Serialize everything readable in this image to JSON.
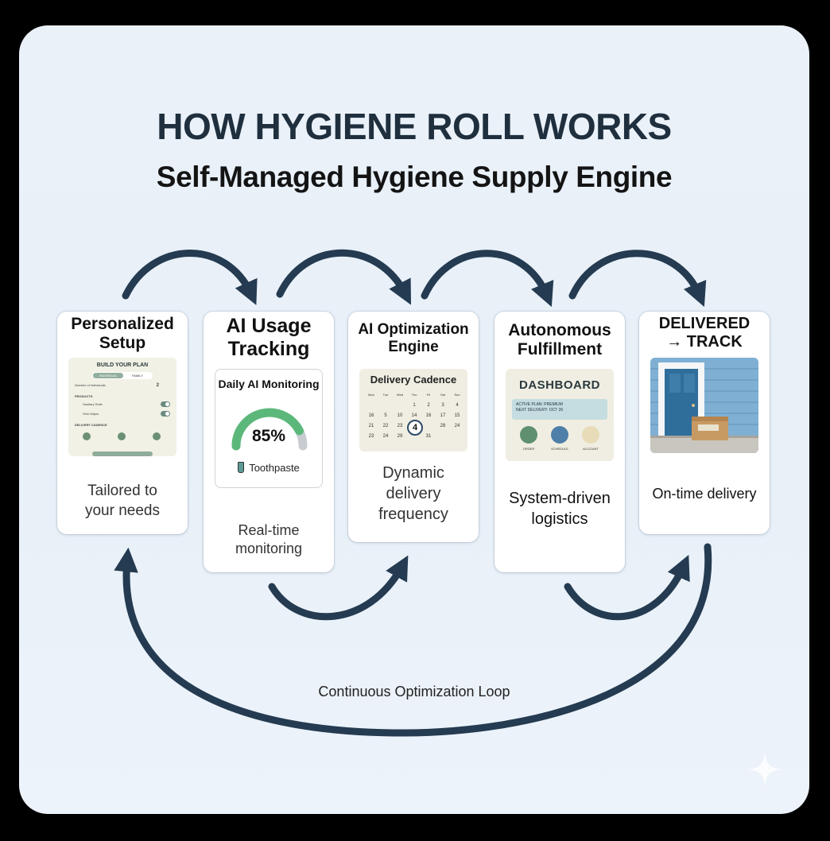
{
  "title": "HOW HYGIENE ROLL WORKS",
  "subtitle": "Self-Managed Hygiene Supply Engine",
  "colors": {
    "arrow": "#243b51",
    "background": "#e9f1f9",
    "gauge_fill": "#5cb87a",
    "gauge_track": "#c8ccd0"
  },
  "steps": [
    {
      "title": "Personalized Setup",
      "description": "Tailored to your needs",
      "mockup": {
        "heading": "BUILD YOUR PLAN",
        "tab_on": "INDIVIDUAL",
        "tab_off": "FAMILY",
        "individuals_label": "Number of Individuals",
        "individuals_value": "2",
        "section_products": "PRODUCTS",
        "product_1": "Sanitary Rolls",
        "product_2": "Shin Wipes",
        "section_cadence": "DELIVERY CADENCE"
      }
    },
    {
      "title": "AI Usage Tracking",
      "description": "Real-time monitoring",
      "mockup": {
        "heading": "Daily AI Monitoring",
        "gauge_value": 85,
        "gauge_text": "85%",
        "item": "Toothpaste",
        "item_icon": "toothpaste-icon"
      }
    },
    {
      "title": "AI Optimization Engine",
      "description": "Dynamic delivery frequency",
      "mockup": {
        "heading": "Delivery Cadence",
        "weekdays": [
          "Mon",
          "Tue",
          "Wed",
          "Thu",
          "Fri",
          "Sat",
          "Sun"
        ],
        "weeks": [
          [
            "",
            "",
            "",
            "1",
            "2",
            "3",
            "4"
          ],
          [
            "16",
            "5",
            "10",
            "14",
            "16",
            "17",
            "15"
          ],
          [
            "21",
            "22",
            "23",
            "",
            "",
            "28",
            "24"
          ],
          [
            "23",
            "24",
            "29",
            "",
            "31",
            "",
            ""
          ]
        ],
        "highlight": "4"
      }
    },
    {
      "title": "Autonomous Fulfillment",
      "description": "System-driven logistics",
      "mockup": {
        "heading": "DASHBOARD",
        "plan_line": "ACTIVE PLAN: PREMIUM",
        "delivery_line": "NEXT DELIVERY: OCT 26",
        "actions": [
          "ORDER",
          "SCHEDULE",
          "ACCOUNT"
        ]
      }
    },
    {
      "title": "DELIVERED → TRACK",
      "description": "On-time delivery",
      "photo": "package-at-door"
    }
  ],
  "loop_label": "Continuous Optimization Loop"
}
